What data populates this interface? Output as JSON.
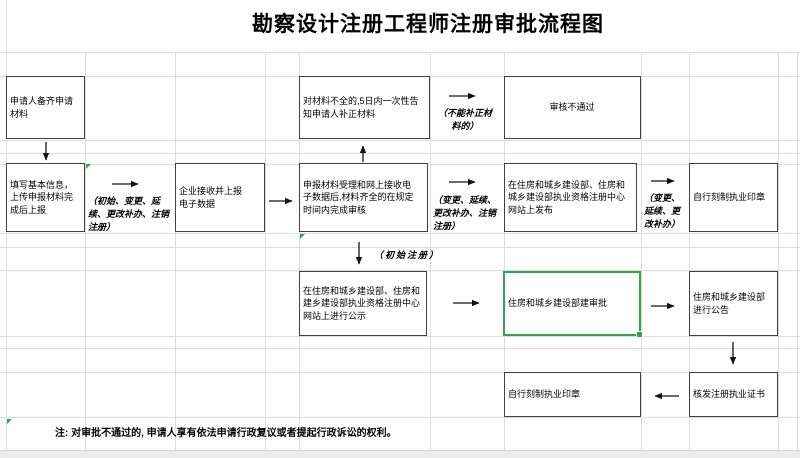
{
  "title": "勘察设计注册工程师注册审批流程图",
  "note": "注: 对审批不通过的, 申请人享有依法申请行政复议或者提起行政诉讼的权利。",
  "boxes": {
    "applicant_prepare": "申请人备齐申请材料",
    "incomplete_notice": "对材料不全的,5日内一次性告知申请人补正材料",
    "audit_fail": "审核不通过",
    "fill_info": "填写基本信息，上传申报材料完成后上报",
    "company_receive": "企业接收并上报电子数据",
    "accept_review": "申报材料受理和网上接收电子数据后,材料齐全的在规定时间内完成审核",
    "publish_website": "在住房和城乡建设部、住房和城乡建设部执业资格注册中心网站上发布",
    "seal_top": "自行刻制执业印章",
    "publicity": "在住房和城乡建设部、住房和建乡建设部执业资格注册中心网站上进行公示",
    "mohurd_approve": "住房和城乡建设部建审批",
    "announce": "住房和城乡建设部进行公告",
    "seal_bottom": "自行刻制执业印章",
    "issue_cert": "核发注册执业证书"
  },
  "arrow_labels": {
    "all_types": "（初始、变更、延续、更改补办、注销注册）",
    "cannot_correct": "（不能补正材料的）",
    "change_types": "（变更、延续、更改补办、注销注册）",
    "initial_reg": "（初始注册）",
    "change_only": "（变更、延续、更改补办）"
  },
  "colors": {
    "selection": "#2EA44D",
    "grid_line": "#DCDCDC",
    "box_border": "#404040"
  }
}
